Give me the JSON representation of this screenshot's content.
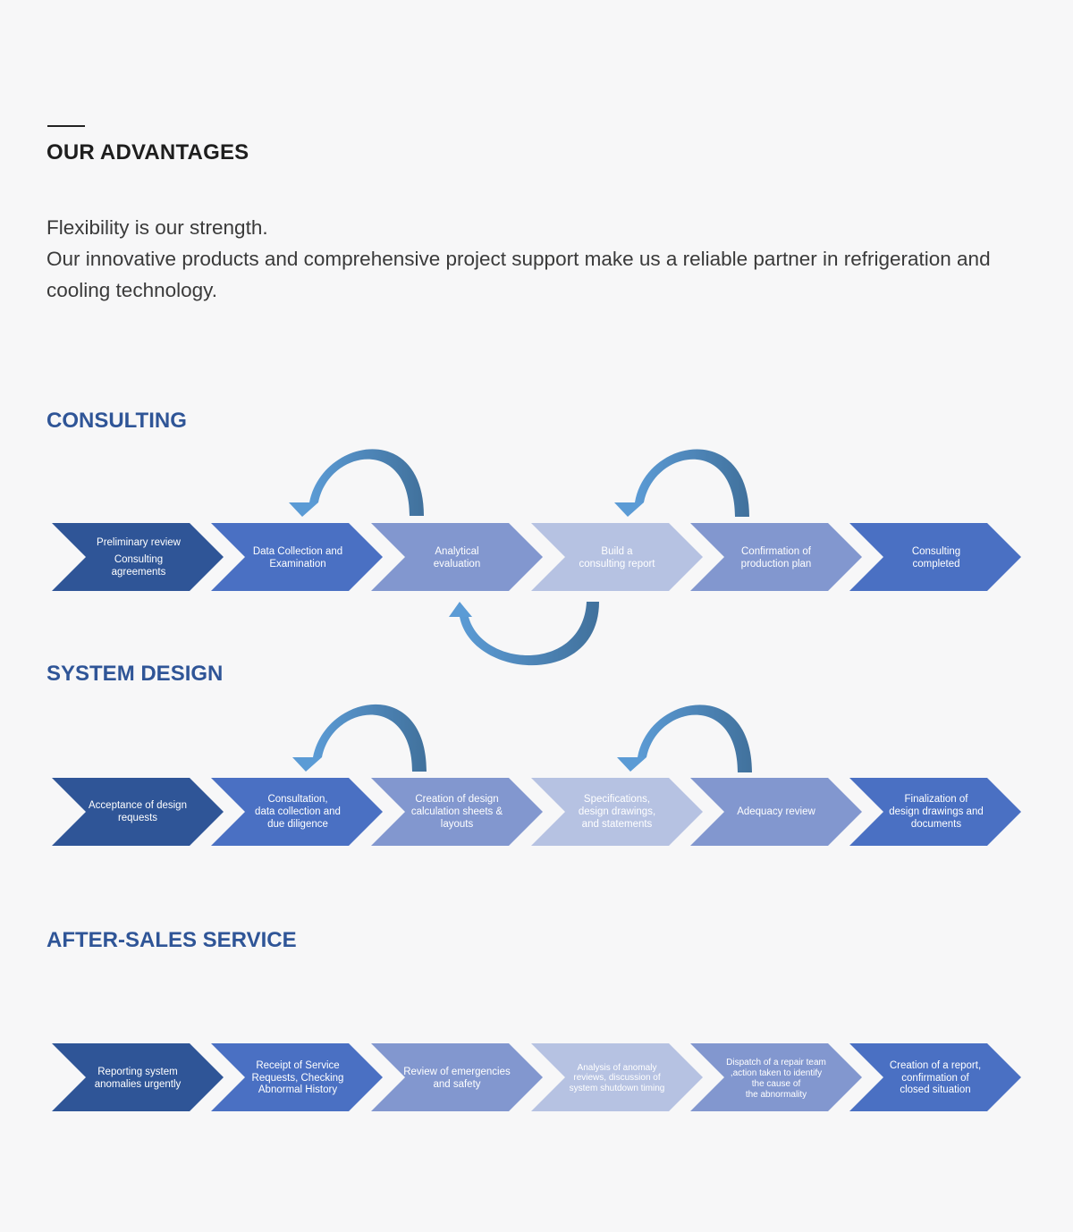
{
  "header": {
    "title": "OUR ADVANTAGES",
    "intro_line1": "Flexibility is our strength.",
    "intro_line2": "Our innovative products and comprehensive project support make us a reliable partner in refrigeration and cooling technology."
  },
  "colors": {
    "accent": "#2f5597",
    "step1": "#2f5597",
    "step2": "#4a70c3",
    "step3": "#8297cf",
    "step4": "#b6c2e2",
    "step5": "#8297cf",
    "step6": "#4a70c3",
    "arrow": "#4e88c7"
  },
  "consulting": {
    "title": "CONSULTING",
    "steps": [
      {
        "line1": "Preliminary review",
        "line2": "Consulting",
        "line3": "agreements"
      },
      {
        "line1": "Data Collection and",
        "line2": "Examination"
      },
      {
        "line1": "Analytical",
        "line2": "evaluation"
      },
      {
        "line1": "Build a",
        "line2": "consulting report"
      },
      {
        "line1": "Confirmation of",
        "line2": "production plan"
      },
      {
        "line1": "Consulting",
        "line2": "completed"
      }
    ]
  },
  "system_design": {
    "title": "SYSTEM DESIGN",
    "steps": [
      {
        "line1": "Acceptance of design",
        "line2": "requests"
      },
      {
        "line1": "Consultation,",
        "line2": "data collection and",
        "line3": "due diligence"
      },
      {
        "line1": "Creation of design",
        "line2": "calculation sheets &",
        "line3": "layouts"
      },
      {
        "line1": "Specifications,",
        "line2": "design drawings,",
        "line3": "and statements"
      },
      {
        "line1": "Adequacy review"
      },
      {
        "line1": "Finalization of",
        "line2": "design drawings and",
        "line3": "documents"
      }
    ]
  },
  "after_sales": {
    "title": "AFTER-SALES SERVICE",
    "steps": [
      {
        "line1": "Reporting system",
        "line2": "anomalies urgently"
      },
      {
        "line1": "Receipt of Service",
        "line2": "Requests, Checking",
        "line3": "Abnormal History"
      },
      {
        "line1": "Review of emergencies",
        "line2": "and safety"
      },
      {
        "line1": "Analysis of anomaly",
        "line2": "reviews, discussion of",
        "line3": "system shutdown timing"
      },
      {
        "line1": "Dispatch of a repair team",
        "line2": ",action taken to identify",
        "line3": "the cause of",
        "line4": "the abnormality"
      },
      {
        "line1": "Creation of a report,",
        "line2": "confirmation of",
        "line3": "closed situation"
      }
    ]
  }
}
